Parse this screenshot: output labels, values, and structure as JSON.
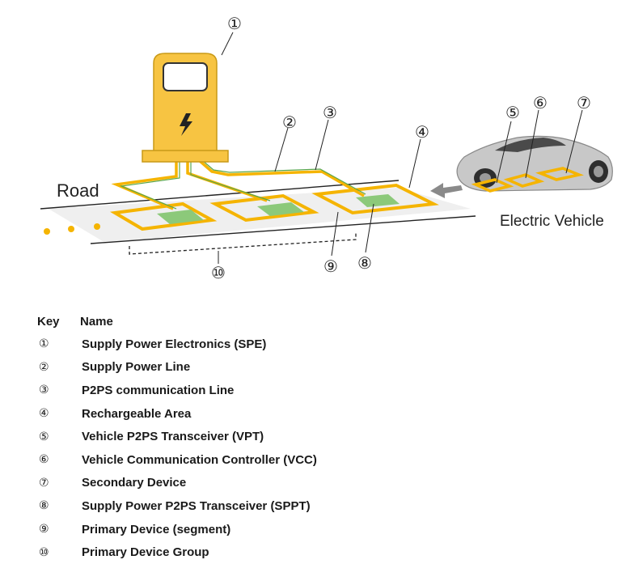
{
  "diagram": {
    "road_label": "Road",
    "vehicle_label": "Electric Vehicle",
    "callouts": [
      {
        "id": "1",
        "text": "①"
      },
      {
        "id": "2",
        "text": "②"
      },
      {
        "id": "3",
        "text": "③"
      },
      {
        "id": "4",
        "text": "④"
      },
      {
        "id": "5",
        "text": "⑤"
      },
      {
        "id": "6",
        "text": "⑥"
      },
      {
        "id": "7",
        "text": "⑦"
      },
      {
        "id": "8",
        "text": "⑧"
      },
      {
        "id": "9",
        "text": "⑨"
      },
      {
        "id": "10",
        "text": "⑩"
      }
    ],
    "colors": {
      "track_orange": "#f5b400",
      "pad_green": "#8cc97a",
      "station_orange": "#f7c442",
      "road_gray": "#efefef",
      "car_silver": "#c8c8c8",
      "dot_orange": "#f5b400"
    },
    "icons": [
      "lightning-bolt-icon",
      "arrow-left-icon"
    ]
  },
  "key_table": {
    "header": {
      "key": "Key",
      "name": "Name"
    },
    "rows": [
      {
        "key": "①",
        "name": "Supply Power Electronics (SPE)"
      },
      {
        "key": "②",
        "name": "Supply Power Line"
      },
      {
        "key": "③",
        "name": "P2PS communication Line"
      },
      {
        "key": "④",
        "name": "Rechargeable Area"
      },
      {
        "key": "⑤",
        "name": "Vehicle P2PS Transceiver (VPT)"
      },
      {
        "key": "⑥",
        "name": "Vehicle Communication Controller (VCC)"
      },
      {
        "key": "⑦",
        "name": "Secondary Device"
      },
      {
        "key": "⑧",
        "name": "Supply Power P2PS Transceiver (SPPT)"
      },
      {
        "key": "⑨",
        "name": "Primary Device (segment)"
      },
      {
        "key": "⑩",
        "name": "Primary Device Group"
      }
    ]
  }
}
